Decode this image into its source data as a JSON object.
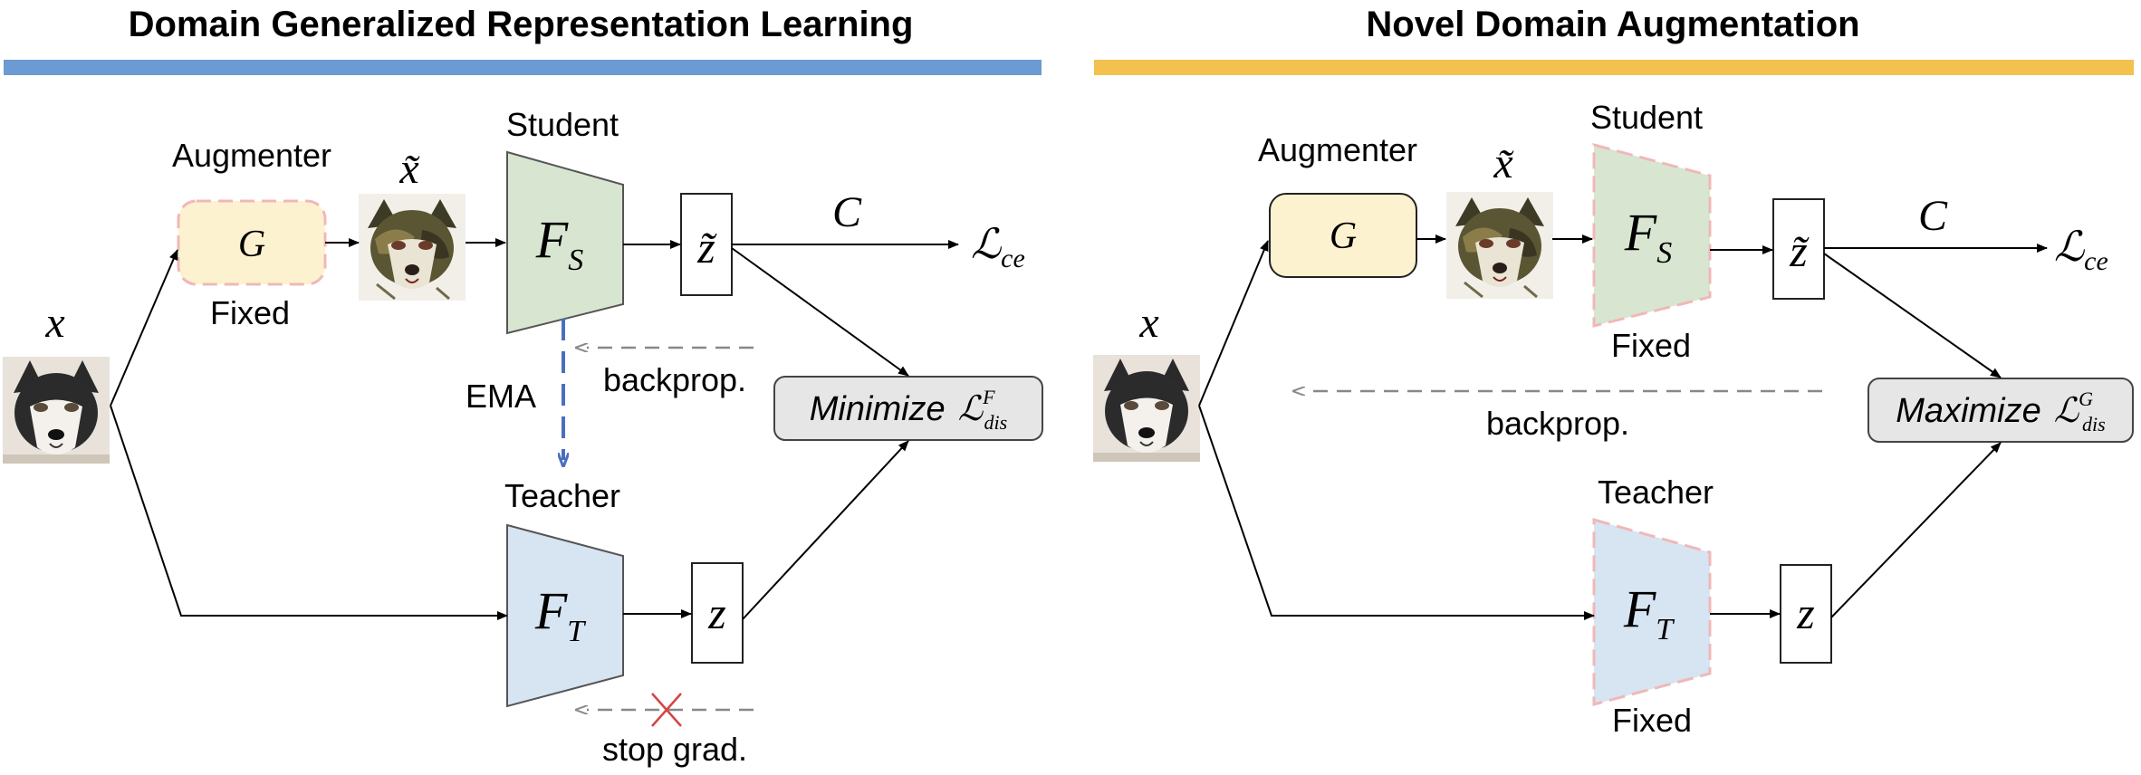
{
  "left_panel": {
    "title": "Domain Generalized Representation Learning",
    "accent_color": "#6b9bd2",
    "input_symbol": "x",
    "augmenter_label": "Augmenter",
    "augmenter_symbol": "G",
    "augmenter_status": "Fixed",
    "augmented_symbol": "x̃",
    "student_label": "Student",
    "student_symbol": "F",
    "student_sub": "S",
    "student_feature": "z̃",
    "classifier_symbol": "C",
    "ce_loss": "ℒ",
    "ce_sub": "ce",
    "ema_label": "EMA",
    "backprop_label": "backprop.",
    "objective_word": "Minimize",
    "dis_loss": "ℒ",
    "dis_sup": "F",
    "dis_sub": "dis",
    "teacher_label": "Teacher",
    "teacher_symbol": "F",
    "teacher_sub": "T",
    "teacher_feature": "z",
    "stop_grad_label": "stop grad."
  },
  "right_panel": {
    "title": "Novel Domain Augmentation",
    "accent_color": "#f2c14e",
    "input_symbol": "x",
    "augmenter_label": "Augmenter",
    "augmenter_symbol": "G",
    "augmented_symbol": "x̃",
    "student_label": "Student",
    "student_symbol": "F",
    "student_sub": "S",
    "student_status": "Fixed",
    "student_feature": "z̃",
    "classifier_symbol": "C",
    "ce_loss": "ℒ",
    "ce_sub": "ce",
    "backprop_label": "backprop.",
    "objective_word": "Maximize",
    "dis_loss": "ℒ",
    "dis_sup": "G",
    "dis_sub": "dis",
    "teacher_label": "Teacher",
    "teacher_symbol": "F",
    "teacher_sub": "T",
    "teacher_feature": "z",
    "teacher_status": "Fixed"
  }
}
